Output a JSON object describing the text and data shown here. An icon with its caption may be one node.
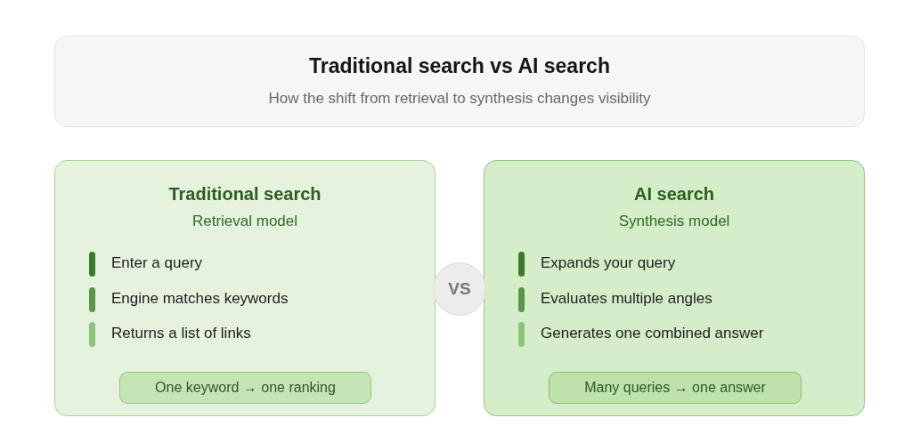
{
  "diagram": {
    "nodes": [
      {
        "text": [
          "Traditional search vs AI search",
          "How the shift from retrieval to synthesis changes visibility"
        ]
      },
      {
        "text": [
          "Traditional search",
          "Retrieval model",
          "Enter a query",
          "Engine matches keywords",
          "Returns a list of links"
        ]
      },
      {
        "text": [
          "One keyword → one ranking"
        ],
        "in": 1
      },
      {
        "text": [
          "VS"
        ]
      },
      {
        "text": [
          "AI search",
          "Synthesis model",
          "Expands your query",
          "Evaluates multiple angles",
          "Generates one combined answer"
        ]
      },
      {
        "text": [
          "Many queries → one answer"
        ],
        "in": 4
      }
    ]
  }
}
